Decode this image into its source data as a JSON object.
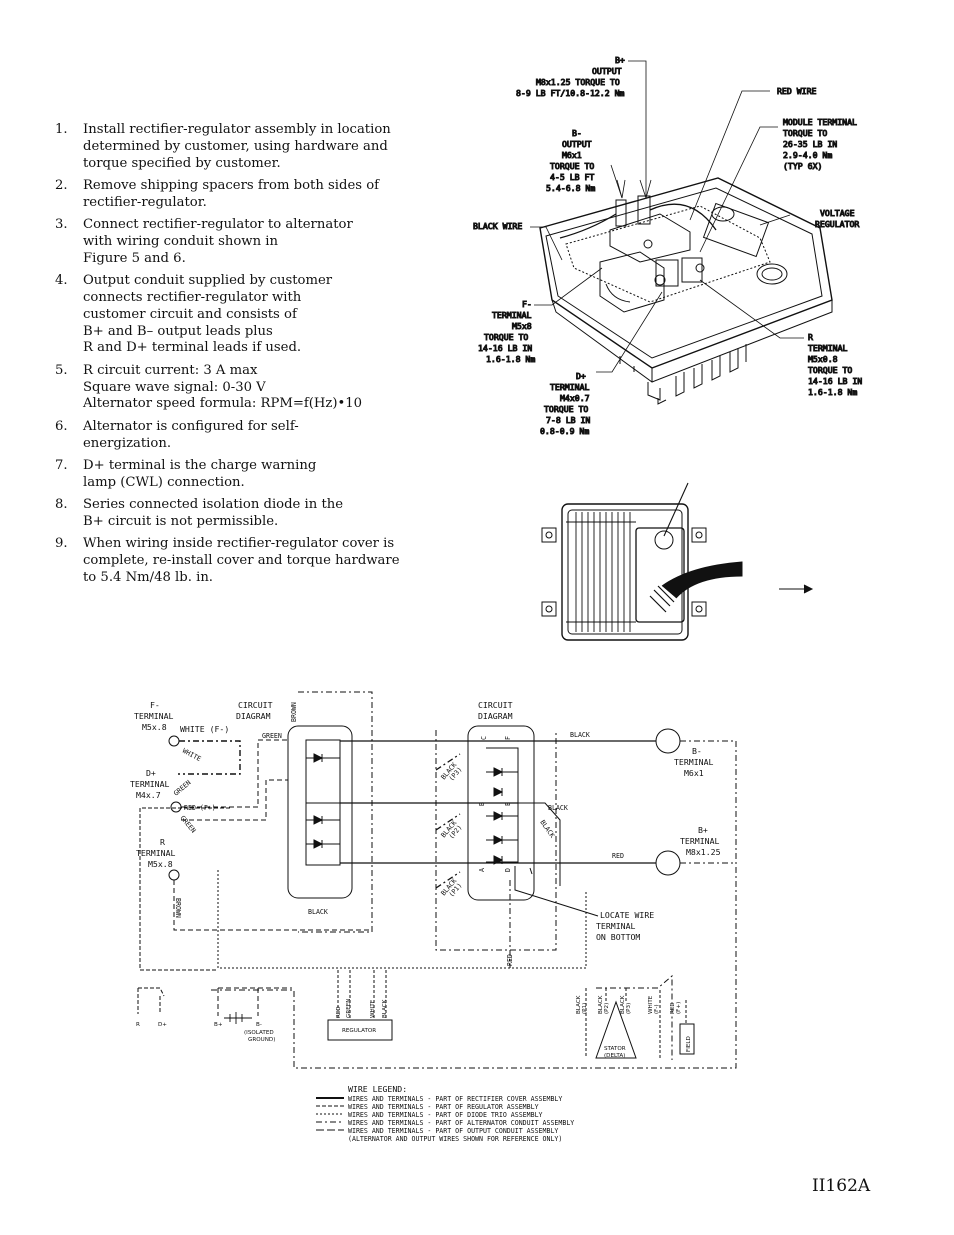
{
  "steps": [
    {
      "n": "1.",
      "text": "Install rectifier-regulator assembly in location\ndetermined by customer, using hardware and\ntorque specified by customer."
    },
    {
      "n": "2.",
      "text": "Remove shipping spacers from both sides of\nrectifier-regulator."
    },
    {
      "n": "3.",
      "text": "Connect rectifier-regulator to alternator\nwith wiring conduit shown in\nFigure 5 and 6."
    },
    {
      "n": "4.",
      "text": "Output conduit supplied by customer\nconnects rectifier-regulator with\ncustomer circuit and consists of\nB+ and B– output leads plus\nR and D+ terminal leads if used."
    },
    {
      "n": "5.",
      "text": "R circuit current: 3 A max\nSquare wave signal: 0-30 V\nAlternator speed formula: RPM=f(Hz)•10"
    },
    {
      "n": "6.",
      "text": "Alternator is configured for self-\nenergization."
    },
    {
      "n": "7.",
      "text": "D+ terminal is the charge warning\nlamp (CWL) connection."
    },
    {
      "n": "8.",
      "text": "Series connected isolation diode in the\nB+ circuit is not permissible."
    },
    {
      "n": "9.",
      "text": "When wiring inside rectifier-regulator cover is\ncomplete, re-install cover and torque hardware\nto 5.4 Nm/48 lb. in."
    }
  ],
  "top_figure": {
    "b_plus_output": [
      "B+",
      "OUTPUT",
      "M8x1.25 TORQUE TO",
      "8-9 LB FT/10.8-12.2 Nm"
    ],
    "red_wire": "RED WIRE",
    "b_minus_output": [
      "B-",
      "OUTPUT",
      "M6x1",
      "TORQUE TO",
      "4-5 LB FT",
      "5.4-6.8 Nm"
    ],
    "module_terminal": [
      "MODULE TERMINAL",
      "TORQUE TO",
      "26-35 LB IN",
      "2.9-4.0 Nm",
      "(TYP 6X)"
    ],
    "voltage_regulator": [
      "VOLTAGE",
      "REGULATOR"
    ],
    "black_wire": "BLACK WIRE",
    "f_minus_terminal": [
      "F-",
      "TERMINAL",
      "M5x8",
      "TORQUE TO",
      "14-16 LB IN",
      "1.6-1.8 Nm"
    ],
    "r_terminal": [
      "R",
      "TERMINAL",
      "M5x0.8",
      "TORQUE TO",
      "14-16 LB IN",
      "1.6-1.8 Nm"
    ],
    "d_plus_terminal": [
      "D+",
      "TERMINAL",
      "M4x0.7",
      "TORQUE TO",
      "7-8 LB IN",
      "0.8-0.9 Nm"
    ]
  },
  "wiring": {
    "f_minus": [
      "F-",
      "TERMINAL",
      "M5x.8"
    ],
    "white_f": "WHITE (F-)",
    "white": "WHITE",
    "d_plus": [
      "D+",
      "TERMINAL",
      "M4x.7"
    ],
    "green": "GREEN",
    "red_f": "RED (F+)",
    "green2": "GREEN",
    "r_term": [
      "R",
      "TERMINAL",
      "M5x.8"
    ],
    "brown": "BROWN",
    "circuit_diagram_1": [
      "CIRCUIT",
      "DIAGRAM"
    ],
    "brown_top": "BROWN",
    "green_top": "GREEN",
    "black_bottom": "BLACK",
    "circuit_diagram_2": [
      "CIRCUIT",
      "DIAGRAM"
    ],
    "black_p3": [
      "BLACK",
      "(P3)"
    ],
    "black_p2": [
      "BLACK",
      "(P2)"
    ],
    "black_p1": [
      "BLACK",
      "(P1)"
    ],
    "black_top": "BLACK",
    "black_mid": "BLACK",
    "black_diag": "BLACK",
    "red_mid": "RED",
    "red_vert": "RED",
    "b_minus": [
      "B-",
      "TERMINAL",
      "M6x1"
    ],
    "b_plus": [
      "B+",
      "TERMINAL",
      "M8x1.25"
    ],
    "locate": [
      "LOCATE WIRE",
      "TERMINAL",
      "ON BOTTOM"
    ],
    "pin_letters": [
      "C",
      "F",
      "B",
      "E",
      "A",
      "D"
    ],
    "regulator": "REGULATOR",
    "reg_wires": [
      "RED",
      "GREEN",
      "WHITE",
      "BLACK"
    ],
    "bottom_r": "R",
    "bottom_d": "D+",
    "bottom_bplus": "B+",
    "bottom_bminus": "B-",
    "isolated": [
      "(ISOLATED",
      "GROUND)"
    ],
    "stator_wires": [
      [
        "BLACK",
        "(P1)"
      ],
      [
        "BLACK",
        "(P2)"
      ],
      [
        "BLACK",
        "(P3)"
      ],
      [
        "WHITE",
        "(F-)"
      ],
      [
        "RED",
        "(F+)"
      ]
    ],
    "stator": [
      "STATOR",
      "(DELTA)"
    ],
    "field": "FIELD"
  },
  "legend": {
    "title": "WIRE LEGEND:",
    "rows": [
      "WIRES AND TERMINALS - PART OF RECTIFIER COVER ASSEMBLY",
      "WIRES AND TERMINALS - PART OF REGULATOR ASSEMBLY",
      "WIRES AND TERMINALS - PART OF DIODE TRIO ASSEMBLY",
      "WIRES AND TERMINALS - PART OF ALTERNATOR CONDUIT ASSEMBLY",
      "WIRES AND TERMINALS - PART OF OUTPUT CONDUIT ASSEMBLY"
    ],
    "note": "(ALTERNATOR AND OUTPUT WIRES SHOWN FOR REFERENCE ONLY)"
  },
  "figure_id": "II162A"
}
